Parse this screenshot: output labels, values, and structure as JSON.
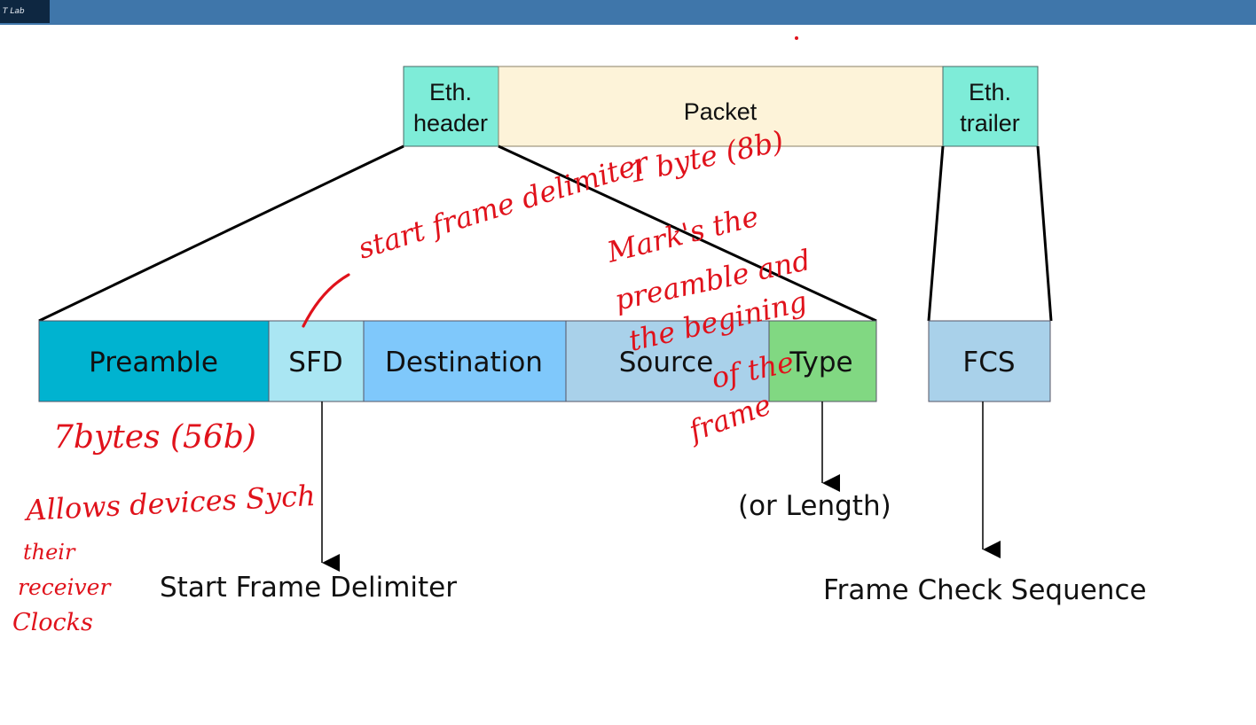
{
  "header": {
    "title": "",
    "logo_text": "T Lab"
  },
  "frame_boxes": {
    "eth_header_line1": "Eth.",
    "eth_header_line2": "header",
    "packet": "Packet",
    "eth_trailer_line1": "Eth.",
    "eth_trailer_line2": "trailer"
  },
  "fields": {
    "preamble": "Preamble",
    "sfd": "SFD",
    "destination": "Destination",
    "source": "Source",
    "type": "Type",
    "fcs": "FCS"
  },
  "captions": {
    "sfd": "Start Frame Delimiter",
    "type": "(or Length)",
    "fcs": "Frame Check Sequence"
  },
  "annotations": {
    "preamble_size": "7bytes (56b)",
    "preamble_note_1": "Allows devices Sych",
    "preamble_note_2": "their",
    "preamble_note_3": "receiver",
    "preamble_note_4": "Clocks",
    "sfd_note_1": "start frame delimiter",
    "sfd_note_2": "1 byte (8b)",
    "sfd_note_3": "Mark's the",
    "sfd_note_4": "preamble and",
    "sfd_note_5": "the begining",
    "sfd_note_6": "of the",
    "sfd_note_7": "frame"
  },
  "colors": {
    "header_bar": "#3f76aa",
    "eth_boxes": "#7eecd8",
    "packet": "#fdf3d9",
    "preamble": "#00b3d0",
    "sfd": "#aae6f3",
    "destination": "#7fc8fb",
    "source": "#a9d1ea",
    "type": "#81d882",
    "fcs": "#a9d1ea",
    "ink": "#e0121b"
  }
}
